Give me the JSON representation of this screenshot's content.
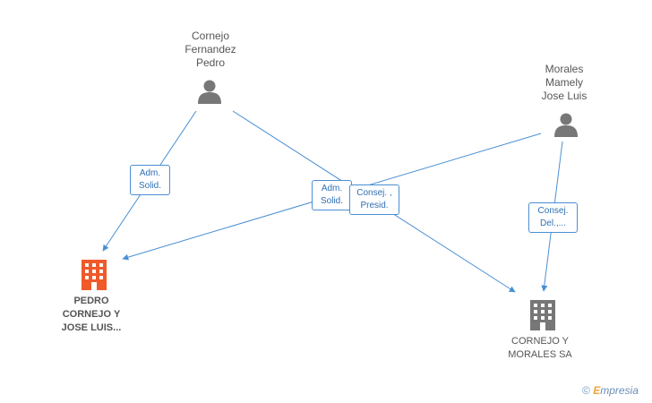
{
  "persons": [
    {
      "id": "cornejo",
      "lines": [
        "Cornejo",
        "Fernandez",
        "Pedro"
      ]
    },
    {
      "id": "morales",
      "lines": [
        "Morales",
        "Mamely",
        "Jose Luis"
      ]
    }
  ],
  "companies": [
    {
      "id": "pedro_co",
      "lines": [
        "PEDRO",
        "CORNEJO Y",
        "JOSE LUIS..."
      ],
      "color": "#f0592a"
    },
    {
      "id": "cornejo_morales",
      "lines": [
        "CORNEJO Y",
        "MORALES SA"
      ],
      "color": "#777777"
    }
  ],
  "relations": [
    {
      "from": "cornejo",
      "to": "pedro_co",
      "lines": [
        "Adm.",
        "Solid."
      ]
    },
    {
      "from": "morales",
      "to": "pedro_co",
      "lines": [
        "Adm.",
        "Solid."
      ]
    },
    {
      "from": "cornejo",
      "to": "cornejo_morales",
      "lines": [
        "Consej. ,",
        "Presid."
      ]
    },
    {
      "from": "morales",
      "to": "cornejo_morales",
      "lines": [
        "Consej.",
        "Del.,..."
      ]
    }
  ],
  "colors": {
    "edge": "#4a8fd4",
    "person_icon": "#777777"
  },
  "icons": {
    "person": "person-icon",
    "building": "building-icon"
  },
  "watermark": {
    "symbol": "©",
    "brand_initial": "E",
    "brand_rest": "mpresia"
  }
}
